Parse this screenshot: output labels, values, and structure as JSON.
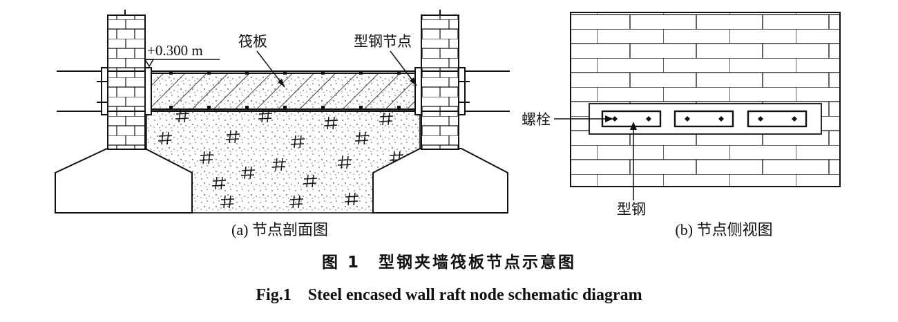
{
  "panel_a": {
    "elevation_label": "+0.300 m",
    "raft_label": "筏板",
    "node_label": "型钢节点",
    "subcaption": "(a) 节点剖面图"
  },
  "panel_b": {
    "bolt_label": "螺栓",
    "steel_label": "型钢",
    "subcaption": "(b) 节点侧视图"
  },
  "caption": {
    "chinese": "图 1　型钢夹墙筏板节点示意图",
    "english": "Fig.1　Steel encased wall raft node schematic diagram"
  }
}
